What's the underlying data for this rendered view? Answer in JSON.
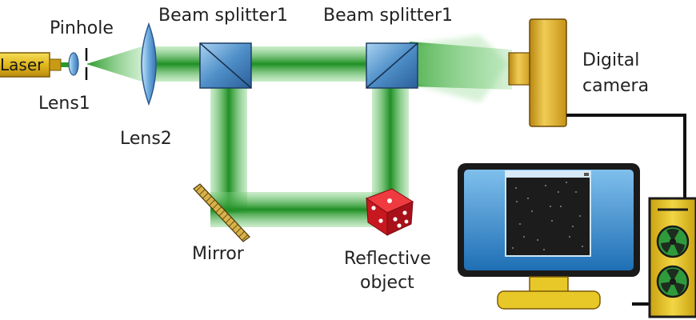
{
  "labels": {
    "laser": "Laser",
    "pinhole": "Pinhole",
    "lens1": "Lens1",
    "lens2": "Lens2",
    "beam_splitter_left": "Beam splitter1",
    "beam_splitter_right": "Beam splitter1",
    "camera_line1": "Digital",
    "camera_line2": "camera",
    "mirror": "Mirror",
    "object_line1": "Reflective",
    "object_line2": "object"
  },
  "colors": {
    "beam": "#2f9a2f",
    "laser_body": "#e5c21c",
    "camera_body": "#d7a92a",
    "splitter": "#4c8ec6",
    "monitor_frame": "#1a1a1a",
    "monitor_screen": "#3d8fd0",
    "tower": "#e6c21f",
    "fan": "#2f9a3b",
    "dice": "#d0222a"
  },
  "icons": {
    "laser": "laser-icon",
    "pinhole": "pinhole-icon",
    "lens1": "lens-icon",
    "lens2": "lens-icon",
    "beam_splitter": "beam-splitter-icon",
    "camera": "camera-icon",
    "mirror": "mirror-icon",
    "reflective_object": "dice-icon",
    "monitor": "monitor-icon",
    "computer": "computer-tower-icon"
  }
}
